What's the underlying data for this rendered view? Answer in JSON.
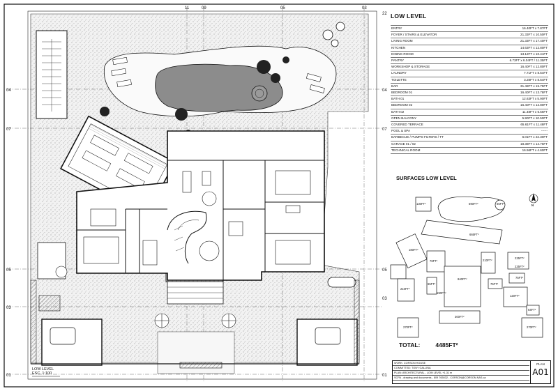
{
  "legend": {
    "title": "LOW LEVEL",
    "rooms": [
      {
        "name": "ENTRY",
        "size": "16.40FT x 7.87FT"
      },
      {
        "name": "FOYER / STAIRS & ELEVATOR",
        "size": "21.33FT x 10.50FT"
      },
      {
        "name": "LIVING ROOM",
        "size": "21.33FT x 17.40FT"
      },
      {
        "name": "KITCHEN",
        "size": "14.63FT x 12.80FT"
      },
      {
        "name": "DINING ROOM",
        "size": "13.12FT x 10.41FT"
      },
      {
        "name": "PANTRY",
        "size": "6.73FT x 6.04FT / 11.35FT"
      },
      {
        "name": "WORKSHOP & STORAGE",
        "size": "16.40FT x 12.80FT"
      },
      {
        "name": "LAUNDRY",
        "size": "7.71FT x 8.54FT"
      },
      {
        "name": "TOILETTE",
        "size": "3.28FT x 8.54FT"
      },
      {
        "name": "BAR",
        "size": "31.48FT x 15.75FT"
      },
      {
        "name": "BEDROOM 01",
        "size": "16.40FT x 13.78FT"
      },
      {
        "name": "BATH 01",
        "size": "12.63FT x 5.90FT"
      },
      {
        "name": "BEDROOM 02",
        "size": "16.40FT x 12.80FT"
      },
      {
        "name": "BATH 02",
        "size": "11.48FT x 6.56FT"
      },
      {
        "name": "OPEN BALCONY",
        "size": "5.90FT x 10.50FT"
      },
      {
        "name": "COVERED TERRACE",
        "size": "65.61FT x 11.48FT"
      },
      {
        "name": "POOL & SPA",
        "size": "------"
      },
      {
        "name": "BARBECUE / PUMPS-FILTERS / TT",
        "size": "6.01FT x 22.30FT"
      },
      {
        "name": "GARAGE 01 / 02",
        "size": "18.38FT x 14.76FT"
      },
      {
        "name": "TECHNICAL ROOM",
        "size": "16.56FT x 4.60FT"
      }
    ]
  },
  "surfaces": {
    "title": "SURFACES LOW LEVEL",
    "labels": [
      "130FT²",
      "590FT²",
      "65FT²",
      "665FT²",
      "225FT²",
      "180FT²",
      "76FT²",
      "210FT²",
      "225FT²",
      "75FT²",
      "210FT²",
      "65FT²",
      "840FT²",
      "75FT²",
      "120FT²",
      "190FT²",
      "64FT²",
      "300FT²",
      "270FT²",
      "270FT²"
    ],
    "compass": "N",
    "total_label": "TOTAL:",
    "total_value": "4485FT²"
  },
  "plan": {
    "caption": "LOW LEVEL",
    "scale": "ESC. 1:100",
    "grid_top": [
      "11",
      "09",
      "05",
      "03"
    ],
    "grid_right": [
      "22",
      "04",
      "07",
      "05",
      "03",
      "01"
    ],
    "grid_left": [
      "04",
      "07",
      "05",
      "03",
      "01"
    ]
  },
  "titleblock": {
    "lines": [
      "WORK: CORSON HOUSE",
      "COMMITTED: TONY GALLINA",
      "PLAN: ARCHITECTURAL - LOW LEVEL +1.31 m",
      "SCPA - drawing and documents - 809 765032 - CORSON@CORSON.NAS.ca"
    ],
    "plan_label": "PLAN",
    "plan_number": "A01"
  },
  "colors": {
    "ink": "#111111",
    "pool": "#8c8c8c",
    "terrain": "#e4e4e4"
  }
}
